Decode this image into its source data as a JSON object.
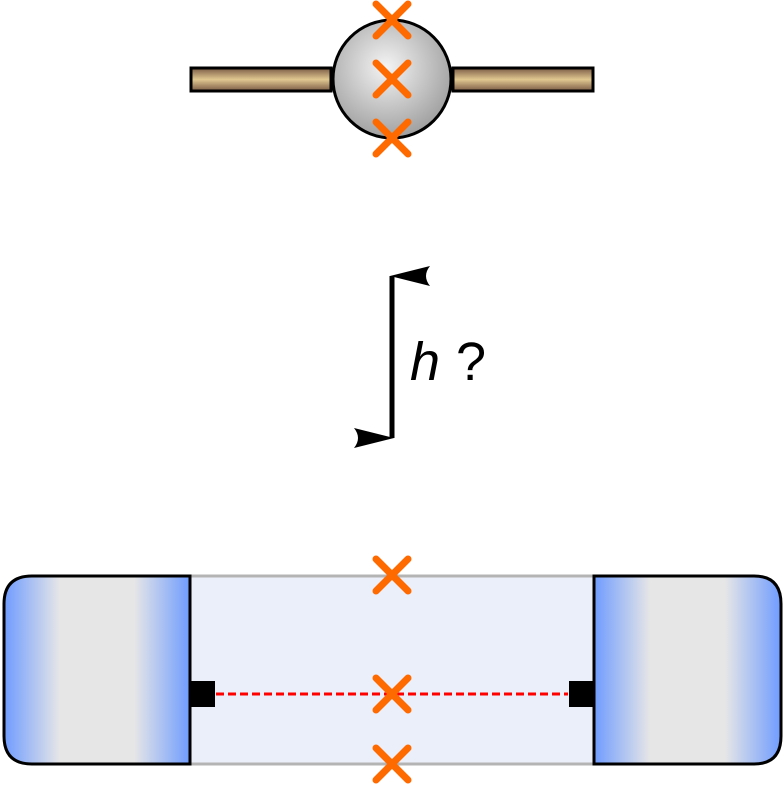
{
  "diagram": {
    "question_label": {
      "symbol": "h",
      "suffix": "?"
    },
    "colors": {
      "cross": "#ff6a00",
      "dashed_line": "#ff0000",
      "outline": "#000000",
      "channel_fill": "#ebeffa",
      "channel_edge": "#b4b4b4",
      "pad_blue": "#6f9cff",
      "pad_light": "#e6e6e6",
      "rod_dark": "#7a5a44",
      "rod_light": "#e0c890",
      "sphere_light": "#f4f4f4",
      "sphere_dark": "#9a9a9a"
    },
    "top_object": {
      "type": "sphere-on-rod",
      "markers": 3
    },
    "bottom_object": {
      "type": "channel-between-pads",
      "markers": 3
    }
  }
}
